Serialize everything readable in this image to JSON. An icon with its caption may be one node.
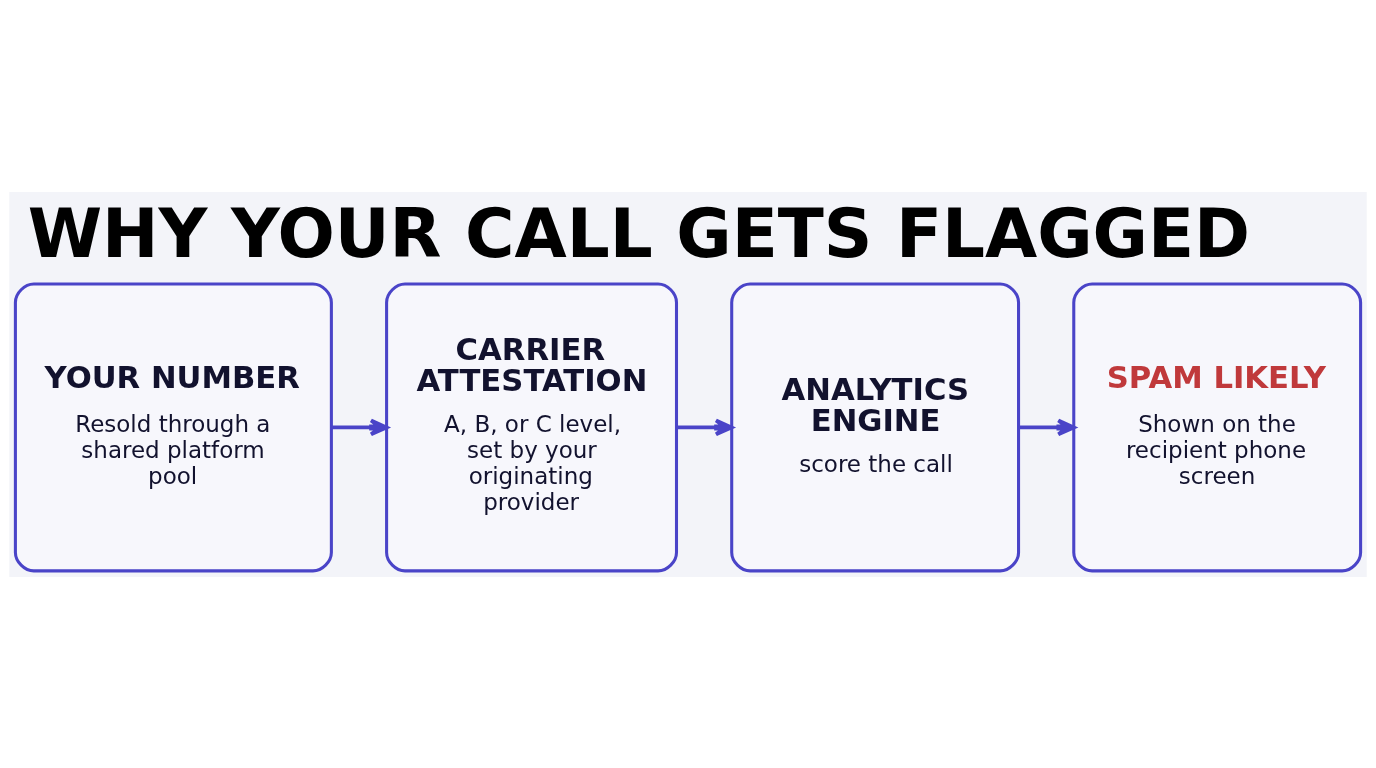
{
  "diagram": {
    "title": "WHY YOUR CALL GETS FLAGGED",
    "nodes": [
      {
        "text": [
          "YOUR NUMBER",
          "Resold through a shared platform pool"
        ]
      },
      {
        "text": [
          "CARRIER ATTESTATION",
          "A, B, or C level, set by your originating provider"
        ]
      },
      {
        "text": [
          "ANALYTICS ENGINE",
          "score the call"
        ]
      },
      {
        "text": [
          "SPAM LIKELY",
          "Shown on the recipient phone screen"
        ]
      }
    ],
    "edges": [
      {
        "from": 0,
        "to": 1,
        "arrow": "to"
      },
      {
        "from": 1,
        "to": 2,
        "arrow": "to"
      },
      {
        "from": 2,
        "to": 3,
        "arrow": "to"
      }
    ]
  }
}
